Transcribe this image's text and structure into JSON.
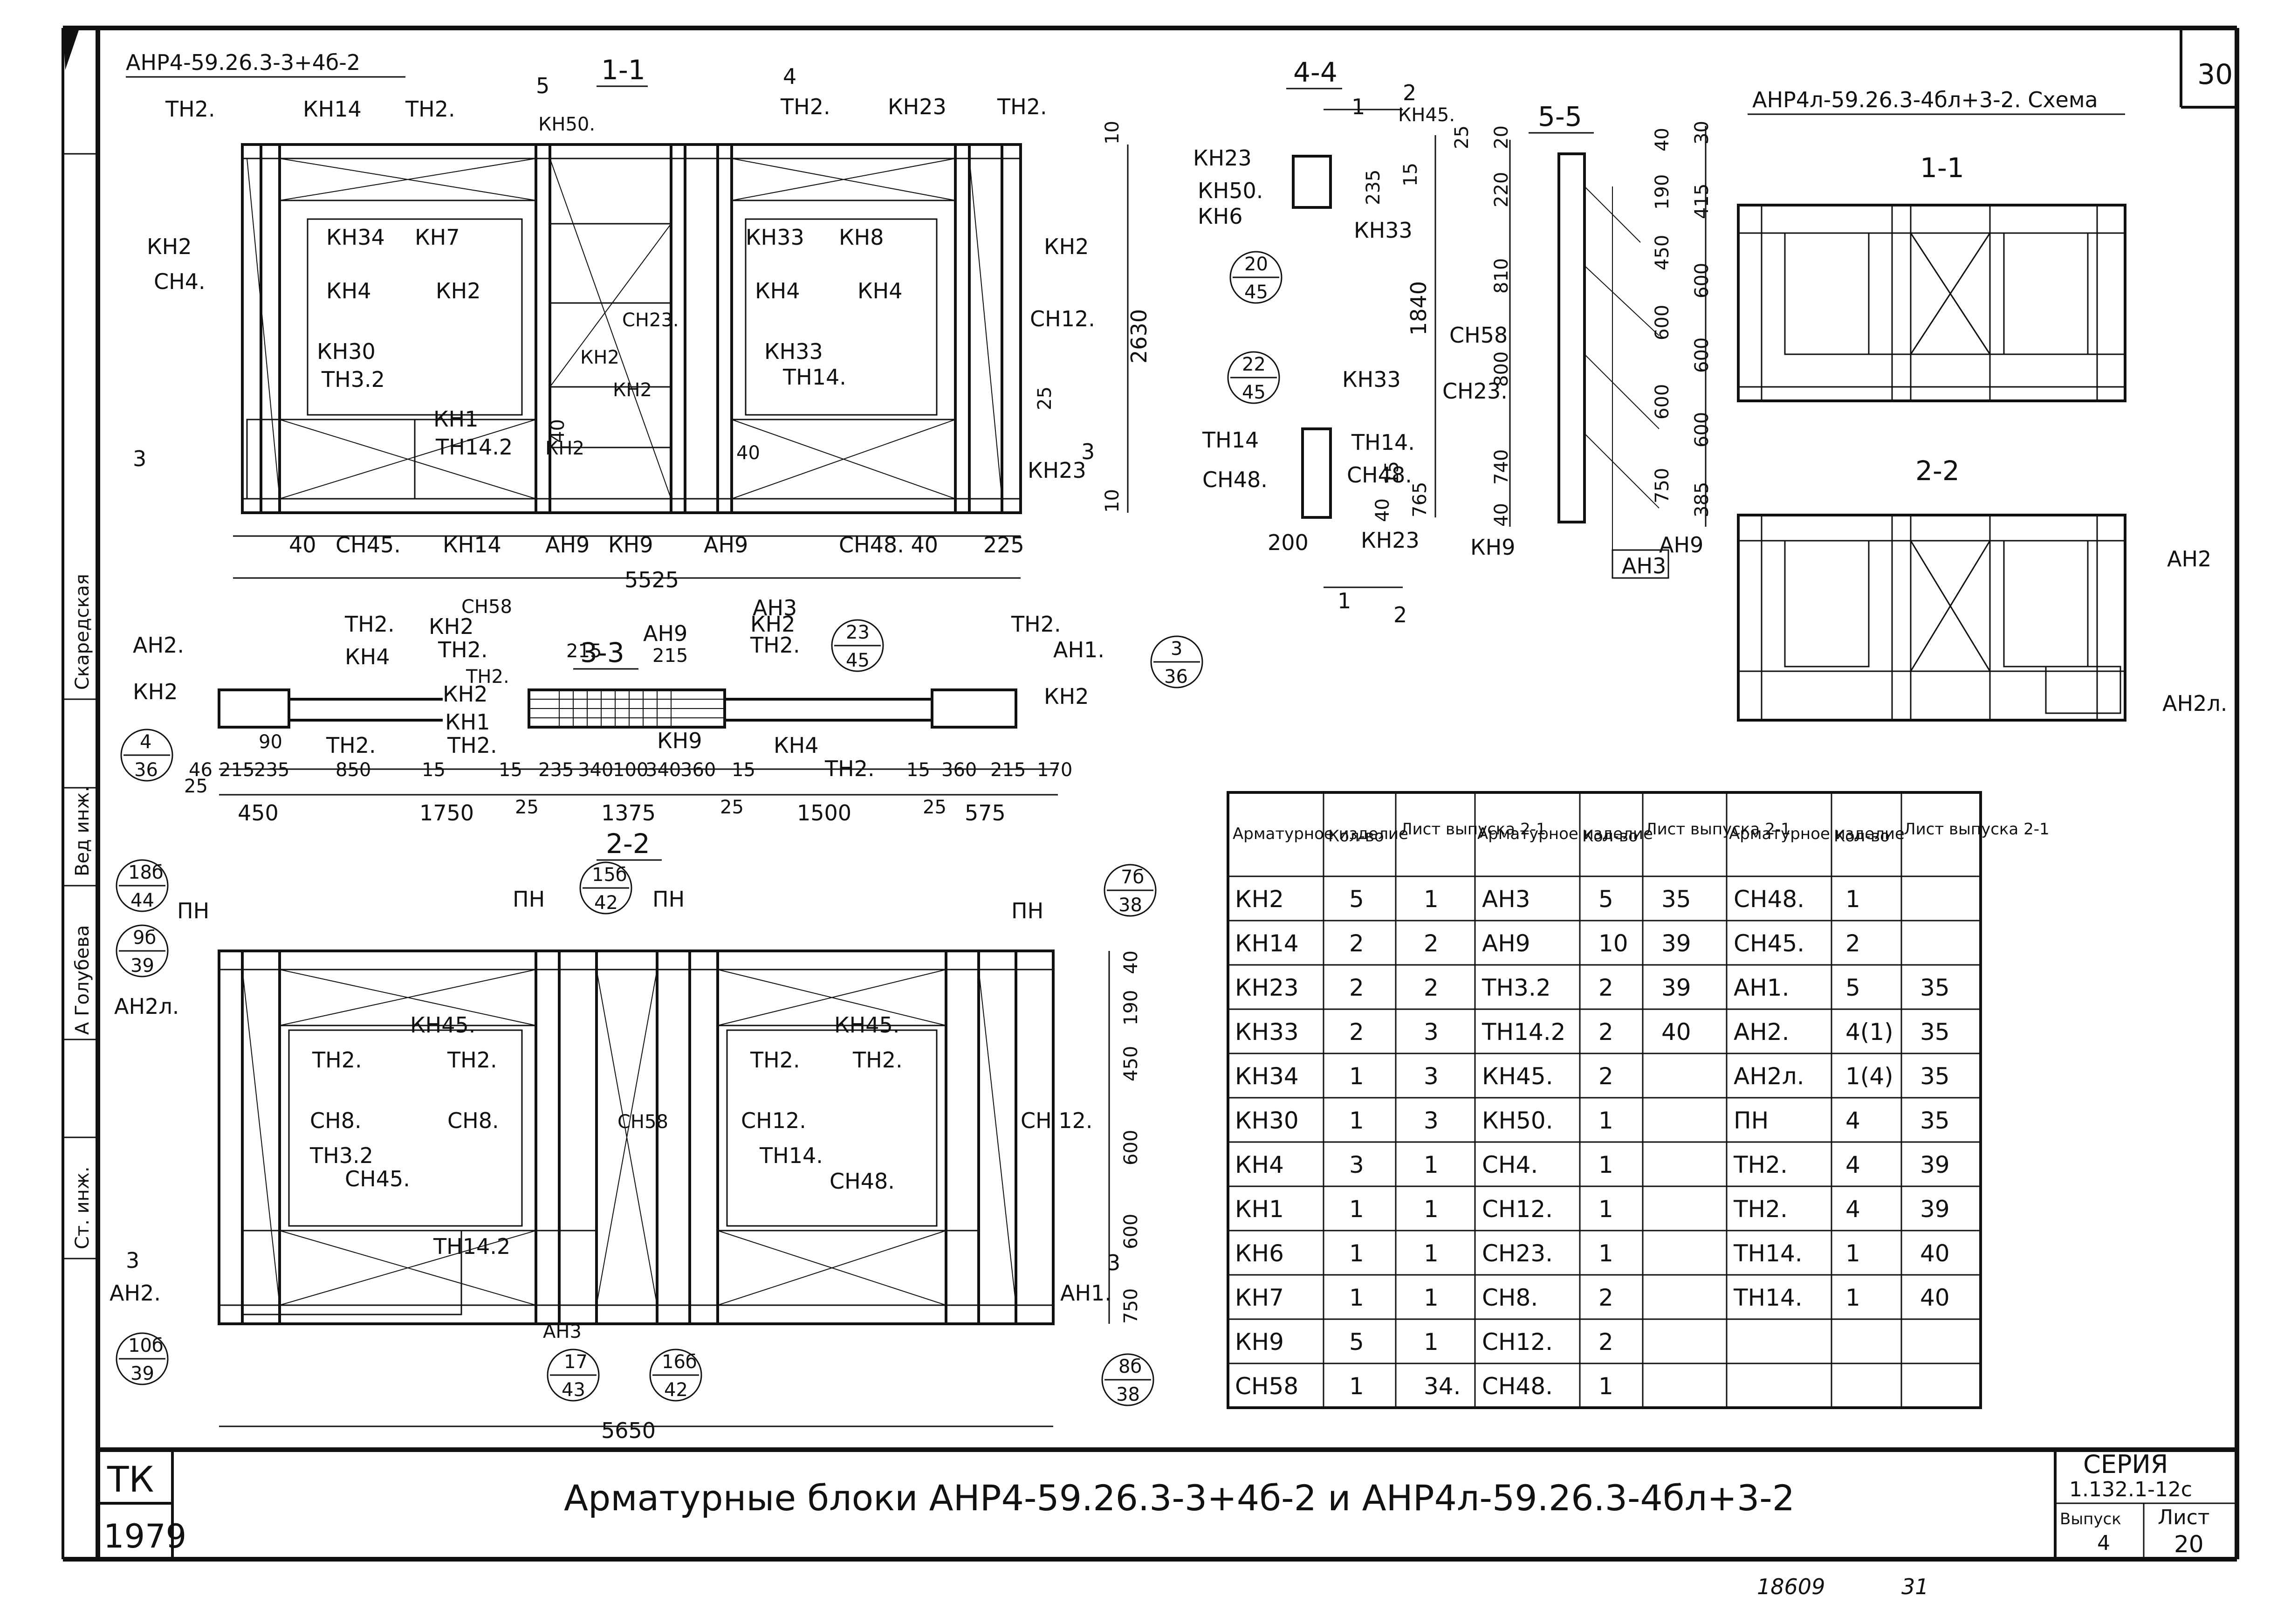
{
  "sheet": {
    "left_strip_labels": [
      "Ст. инж.",
      "А Голубева",
      "Вед инж.",
      "Скаредская"
    ],
    "sheet_number": "30",
    "stamp_tk": "ТК",
    "stamp_year": "1979",
    "title": "Арматурные блоки  АНР4-59.26.3-3+4б-2  и  АНР4л-59.26.3-4бл+3-2",
    "series_label": "СЕРИЯ",
    "series_value": "1.132.1-12с",
    "vypusk_label": "Выпуск",
    "vypusk_value": "4",
    "list_label": "Лист",
    "list_value": "20",
    "bottom_notes": [
      "18609",
      "31"
    ]
  },
  "view_1_1": {
    "header": "АНР4-59.26.3-3+4б-2",
    "section_title": "1-1",
    "cut_5": "5",
    "cut_4": "4",
    "cut_3": "3",
    "labels": [
      "ТН2.",
      "КН14",
      "ТН2.",
      "КН50.",
      "ТН2.",
      "КН23",
      "ТН2.",
      "КН34",
      "КН7",
      "КН33",
      "КН8",
      "КН2",
      "КН4",
      "КН2",
      "КН4",
      "КН4",
      "КН2",
      "СН4.",
      "СН23.",
      "СН12.",
      "КН30",
      "ТН3.2",
      "КН2",
      "КН33",
      "ТН14.",
      "КН2",
      "КН1",
      "ТН14.2",
      "КН23",
      "КН2"
    ],
    "dims_bottom": [
      "40",
      "СН45.",
      "КН14",
      "АН9",
      "КН9",
      "АН9",
      "СН48. 40",
      "225"
    ],
    "dim_total": "5525",
    "dim_height": "2630",
    "dim_small": [
      "10",
      "25",
      "10",
      "40",
      "40"
    ]
  },
  "view_4_4": {
    "title": "4-4",
    "labels": [
      "КН23",
      "КН50.",
      "КН6",
      "КН45.",
      "КН33",
      "КН33",
      "ТН14",
      "ТН14.",
      "СН48.",
      "СН48.",
      "КН23"
    ],
    "dims": [
      "235",
      "15",
      "25",
      "1840",
      "15",
      "765",
      "40",
      "200"
    ],
    "balloons": [
      {
        "top": "20",
        "bottom": "45"
      },
      {
        "top": "22",
        "bottom": "45"
      }
    ],
    "cuts": [
      "1",
      "2",
      "1",
      "2"
    ]
  },
  "view_5_5": {
    "title": "5-5",
    "labels": [
      "СН58",
      "СН23.",
      "КН9",
      "АН9",
      "АН3"
    ],
    "dims_left": [
      "220",
      "20",
      "810",
      "800",
      "740",
      "40"
    ],
    "dims_right": [
      "40",
      "190",
      "450",
      "600",
      "600",
      "750",
      "30",
      "415",
      "600",
      "600",
      "600",
      "385"
    ]
  },
  "scheme": {
    "title": "АНР4л-59.26.3-4бл+3-2. Схема",
    "sec_1_1": "1-1",
    "sec_2_2": "2-2",
    "labels": [
      "АН2",
      "АН2л."
    ]
  },
  "view_3_3": {
    "title": "3-3",
    "labels": [
      "АН2.",
      "КН2",
      "ТН2.",
      "КН4",
      "ТН2.",
      "СН58",
      "КН2",
      "ТН2.",
      "КН2",
      "КН1",
      "ТН2.",
      "АН3",
      "АН9",
      "КН2",
      "ТН2.",
      "КН9",
      "КН4",
      "ТН2.",
      "ТН2.",
      "АН1.",
      "КН2",
      "ТН2."
    ],
    "dims_row1": [
      "46",
      "215",
      "235",
      "90",
      "850",
      "15",
      "15",
      "235",
      "340",
      "100",
      "340",
      "360",
      "15",
      "15",
      "360",
      "215",
      "170",
      "215",
      "215"
    ],
    "dims_row2": [
      "450",
      "1750",
      "25",
      "1375",
      "25",
      "1500",
      "25",
      "575",
      "25"
    ],
    "balloons": [
      {
        "top": "4",
        "bottom": "36"
      },
      {
        "top": "23",
        "bottom": "45"
      },
      {
        "top": "3",
        "bottom": "36"
      }
    ]
  },
  "view_2_2": {
    "title": "2-2",
    "labels": [
      "ПН",
      "ПН",
      "ПН",
      "ПН",
      "АН2л.",
      "КН45.",
      "КН45.",
      "ТН2.",
      "ТН2.",
      "ТН2.",
      "ТН2.",
      "СН8.",
      "СН8.",
      "СН58",
      "СН12.",
      "СН 12.",
      "ТН3.2",
      "ТН14.",
      "СН45.",
      "СН48.",
      "ТН14.2",
      "АН2.",
      "АН1.",
      "АН3"
    ],
    "dims_right": [
      "40",
      "190",
      "450",
      "600",
      "600",
      "750"
    ],
    "dim_total": "5650",
    "cut_3": "3",
    "balloons": [
      {
        "top": "18б",
        "bottom": "44"
      },
      {
        "top": "9б",
        "bottom": "39"
      },
      {
        "top": "15б",
        "bottom": "42"
      },
      {
        "top": "7б",
        "bottom": "38"
      },
      {
        "top": "10б",
        "bottom": "39"
      },
      {
        "top": "17",
        "bottom": "43"
      },
      {
        "top": "16б",
        "bottom": "42"
      },
      {
        "top": "8б",
        "bottom": "38"
      }
    ]
  },
  "spec_table": {
    "headers": [
      {
        "item": "Арматурное изделие",
        "qty": "Кол-во",
        "sheet": "Лист выпуска 2-1"
      },
      {
        "item": "Арматурное изделие",
        "qty": "Кол-во",
        "sheet": "Лист выпуска 2-1"
      },
      {
        "item": "Арматурное изделие",
        "qty": "Кол-во",
        "sheet": "Лист выпуска 2-1"
      }
    ],
    "rows": [
      [
        "КН2",
        "5",
        "1",
        "АН3",
        "5",
        "35",
        "СН48.",
        "1",
        ""
      ],
      [
        "КН14",
        "2",
        "2",
        "АН9",
        "10",
        "39",
        "СН45.",
        "2",
        ""
      ],
      [
        "КН23",
        "2",
        "2",
        "ТН3.2",
        "2",
        "39",
        "АН1.",
        "5",
        "35"
      ],
      [
        "КН33",
        "2",
        "3",
        "ТН14.2",
        "2",
        "40",
        "АН2.",
        "4(1)",
        "35"
      ],
      [
        "КН34",
        "1",
        "3",
        "КН45.",
        "2",
        "",
        "АН2л.",
        "1(4)",
        "35"
      ],
      [
        "КН30",
        "1",
        "3",
        "КН50.",
        "1",
        "",
        "ПН",
        "4",
        "35"
      ],
      [
        "КН4",
        "3",
        "1",
        "СН4.",
        "1",
        "",
        "ТН2.",
        "4",
        "39"
      ],
      [
        "КН1",
        "1",
        "1",
        "СН12.",
        "1",
        "",
        "ТН2.",
        "4",
        "39"
      ],
      [
        "КН6",
        "1",
        "1",
        "СН23.",
        "1",
        "",
        "ТН14.",
        "1",
        "40"
      ],
      [
        "КН7",
        "1",
        "1",
        "СН8.",
        "2",
        "",
        "ТН14.",
        "1",
        "40"
      ],
      [
        "КН9",
        "5",
        "1",
        "СН12.",
        "2",
        "",
        "",
        "",
        ""
      ],
      [
        "СН58",
        "1",
        "34.",
        "СН48.",
        "1",
        "",
        "",
        "",
        ""
      ]
    ]
  }
}
